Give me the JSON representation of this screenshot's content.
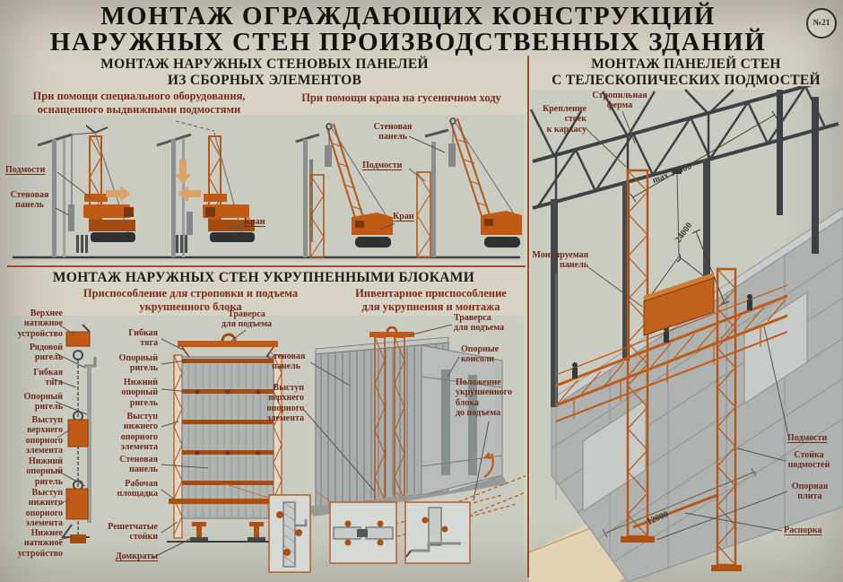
{
  "badge": "№21",
  "title": {
    "line1": "МОНТАЖ ОГРАЖДАЮЩИХ КОНСТРУКЦИЙ",
    "line2": "НАРУЖНЫХ СТЕН ПРОИЗВОДСТВЕННЫХ ЗДАНИЙ"
  },
  "colors": {
    "accent_orange": "#c05a14",
    "label_red": "#6f2b1a",
    "divider_red": "#9c4a32",
    "structure_gray": "#44484a",
    "wall_gray": "#aeb2b0",
    "ground_tan": "#e2d3b4"
  },
  "prefab": {
    "header": "МОНТАЖ НАРУЖНЫХ СТЕНОВЫХ ПАНЕЛЕЙ\nИЗ СБОРНЫХ ЭЛЕМЕНТОВ",
    "method_left": "При помощи специального оборудования,\nоснащенного выдвижными подмостями",
    "method_right": "При помощи крана на гусеничном ходу",
    "labels": {
      "podmosti_left": "Подмости",
      "panel_left": "Стеновая\nпанель",
      "kran_left": "Кран",
      "panel_mid": "Стеновая\nпанель",
      "podmosti_mid": "Подмости",
      "kran_mid": "Кран"
    }
  },
  "blocks": {
    "header": "МОНТАЖ НАРУЖНЫХ СТЕН УКРУПНЕННЫМИ БЛОКАМИ",
    "sub_left": "Приспособление для строповки и подъема\nукрупненного блока",
    "sub_right": "Инвентарное приспособление\nдля укрупнения и монтажа",
    "device_labels": [
      "Верхнее\nнатяжное\nустройство",
      "Рядовой\nригель",
      "Гибкая\nтяга",
      "Опорный\nригель",
      "Выступ\nверхнего\nопорного\nэлемента",
      "Нижний\nопорный\nригель",
      "Выступ\nнижнего\nопорного\nэлемента",
      "Нижнее\nнатяжное\nустройство"
    ],
    "block_labels": [
      "Гибкая\nтяга",
      "Опорный\nригель",
      "Нижний\nопорный\nригель",
      "Выступ\nнижнего\nопорного\nэлемента",
      "Стеновая\nпанель",
      "Рабочая\nплощадка",
      "Решетчатые\nстойки",
      "Домкраты"
    ],
    "traverse_label": "Траверса\nдля подъема",
    "inventory_labels": [
      "Траверса\nдля подъема",
      "Опорные\nконсоли",
      "Стеновая\nпанель",
      "Выступ\nверхнего\nопорного\nэлемента",
      "Положение\nукрупненного\nблока\nдо подъема"
    ]
  },
  "telescopic": {
    "header": "МОНТАЖ ПАНЕЛЕЙ СТЕН\nС ТЕЛЕСКОПИЧЕСКИХ ПОДМОСТЕЙ",
    "labels": {
      "kreplenie": "Крепление\nстоек\nк каркасу",
      "ferma": "Стропильная\nферма",
      "dim_36000": "max 36000",
      "dim_24000": "24000",
      "panel": "Монтируемая\nпанель",
      "podmosti": "Подмости",
      "stoika": "Стойка\nподмостей",
      "plita": "Опорная\nплита",
      "rasporka": "Распорка",
      "dim_12000": "12000"
    }
  }
}
